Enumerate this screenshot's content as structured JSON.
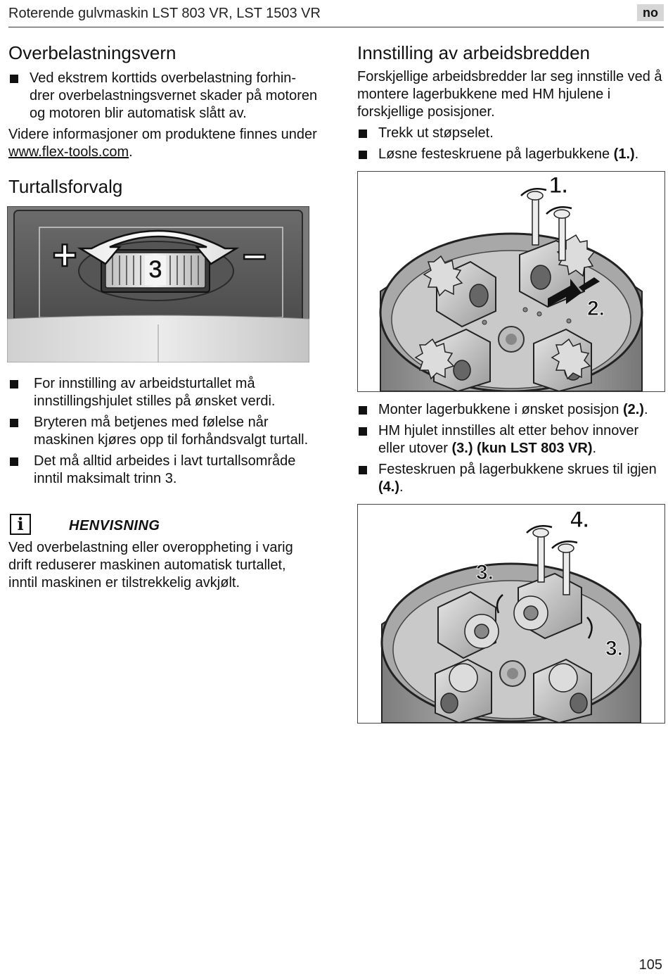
{
  "header": {
    "title": "Roterende gulvmaskin LST 803 VR, LST 1503 VR",
    "lang": "no"
  },
  "left": {
    "overload": {
      "heading": "Overbelastningsvern",
      "bullet": "Ved ekstrem korttids overbelastning forhin-drer overbelastningsvernet skader på motoren og motoren blir automatisk slått av.",
      "info_prefix": "Videre informasjoner om produktene finnes under ",
      "info_link": "www.flex-tools.com",
      "info_suffix": "."
    },
    "speed": {
      "heading": "Turtallsforvalg",
      "figure": {
        "plus": "+",
        "minus": "–",
        "dial_value": "3"
      },
      "bullets": [
        "For innstilling av arbeidsturtallet må innstillingshjulet stilles på ønsket verdi.",
        "Bryteren må betjenes med følelse når maskinen kjøres opp til forhåndsvalgt turtall.",
        "Det må alltid arbeides i lavt turtallsområde inntil maksimalt trinn 3."
      ]
    },
    "note": {
      "icon": "i",
      "label": "HENVISNING",
      "text": "Ved overbelastning eller overoppheting i varig drift reduserer maskinen automatisk turtallet, inntil maskinen er tilstrekkelig avkjølt."
    }
  },
  "right": {
    "heading": "Innstilling av arbeidsbredden",
    "intro": "Forskjellige arbeidsbredder lar seg innstille ved å montere lagerbukkene med HM hjulene i forskjellige posisjoner.",
    "bullets_top": [
      {
        "text": "Trekk ut støpselet.",
        "ref": ""
      },
      {
        "text": "Løsne festeskruene på lagerbukkene ",
        "ref": "(1.)",
        "tail": "."
      }
    ],
    "figure1": {
      "label_1": "1.",
      "label_2": "2."
    },
    "bullets_bottom": [
      {
        "text": "Monter lagerbukkene i ønsket posisjon ",
        "ref": "(2.)",
        "tail": "."
      },
      {
        "text": "HM hjulet innstilles alt etter behov innover eller utover ",
        "ref": "(3.) (kun LST 803 VR)",
        "tail": "."
      },
      {
        "text": "Festeskruen på lagerbukkene skrues til igjen ",
        "ref": "(4.)",
        "tail": "."
      }
    ],
    "figure2": {
      "label_4": "4.",
      "label_3a": "3.",
      "label_3b": "3."
    }
  },
  "footer": {
    "page_number": "105"
  }
}
